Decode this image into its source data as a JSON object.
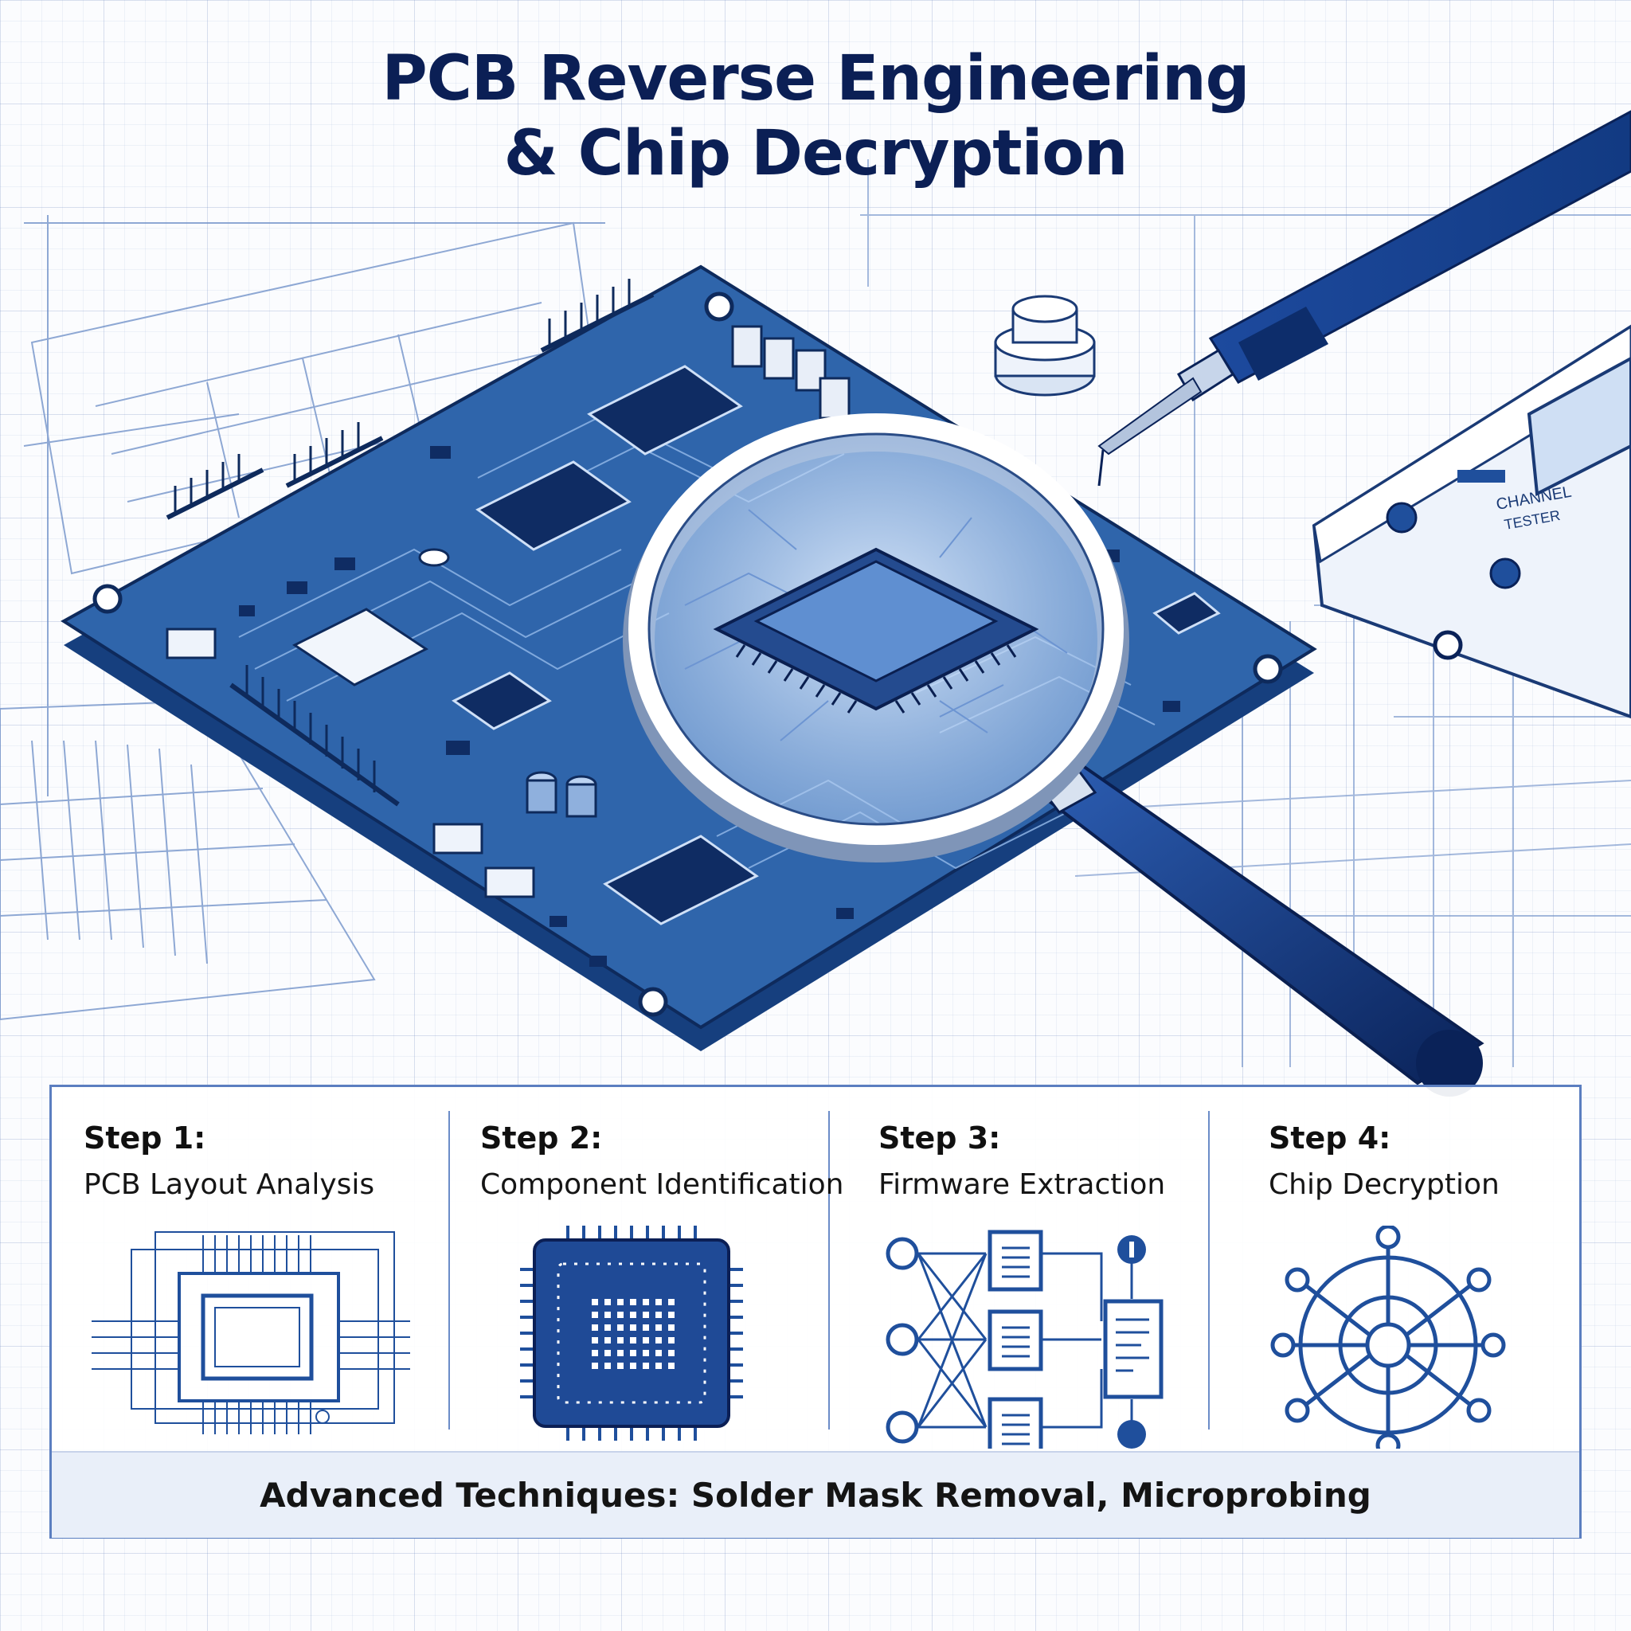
{
  "header": {
    "title_line1": "PCB Reverse Engineering",
    "title_line2": "& Chip Decryption"
  },
  "tester": {
    "screen_label": "CHANNEL",
    "sub_label": "TESTER"
  },
  "steps": [
    {
      "number": "Step 1:",
      "title": "PCB Layout Analysis",
      "icon": "pcb-layout-icon"
    },
    {
      "number": "Step 2:",
      "title": "Component Identification",
      "icon": "chip-icon"
    },
    {
      "number": "Step 3:",
      "title": "Firmware Extraction",
      "icon": "flowchart-icon"
    },
    {
      "number": "Step 4:",
      "title": "Chip Decryption",
      "icon": "network-icon"
    }
  ],
  "footer": {
    "text": "Advanced Techniques: Solder Mask Removal, Microprobing"
  },
  "colors": {
    "navy": "#0b1f55",
    "board_blue": "#2f65ab",
    "accent_blue": "#1f4f9c",
    "panel_band": "#e9eff9"
  }
}
